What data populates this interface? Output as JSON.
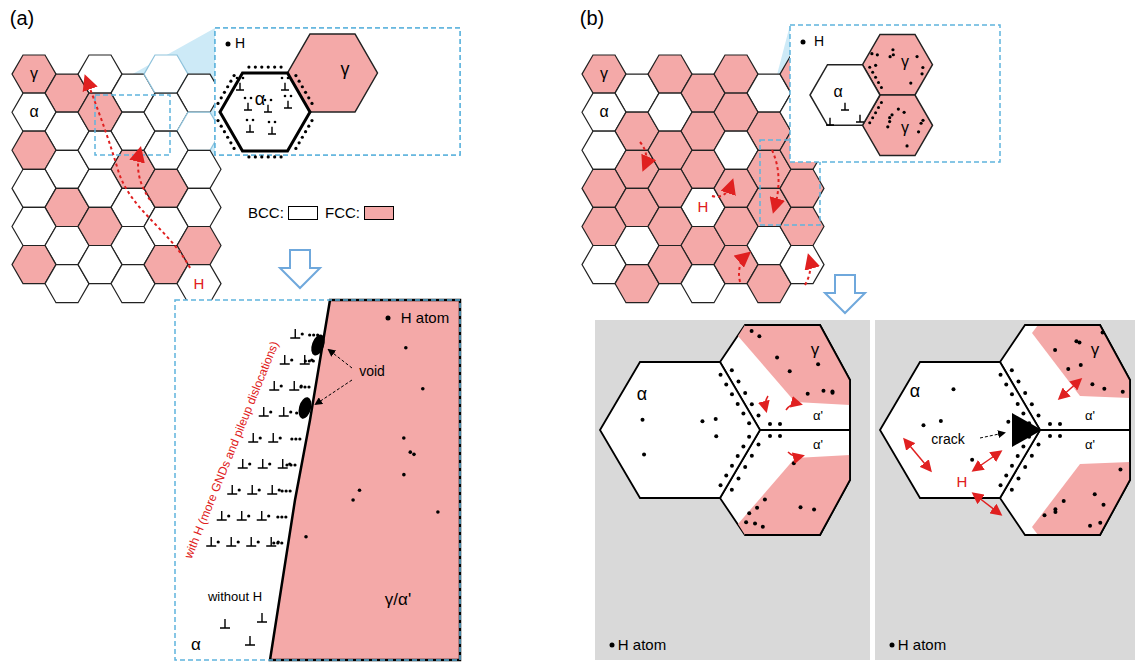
{
  "diagram": {
    "labels": [
      "(a)",
      "H",
      "α",
      "γ",
      "γ",
      "α",
      "H",
      "H atom",
      "void",
      "with H (more GNDs and pileup dislocations)",
      "α",
      "without H",
      "γ/α'",
      "(b)",
      "H",
      "α",
      "γ",
      "γ",
      "γ",
      "α",
      "H",
      "γ",
      "α",
      "α'",
      "α'",
      "H atom",
      "γ",
      "α",
      "α'",
      "crack",
      "α'",
      "H",
      "H atom"
    ],
    "legend": [
      {
        "text": "BCC:",
        "color": "#ffffff"
      },
      {
        "text": "FCC:",
        "color": "#f4a9a8"
      }
    ]
  }
}
